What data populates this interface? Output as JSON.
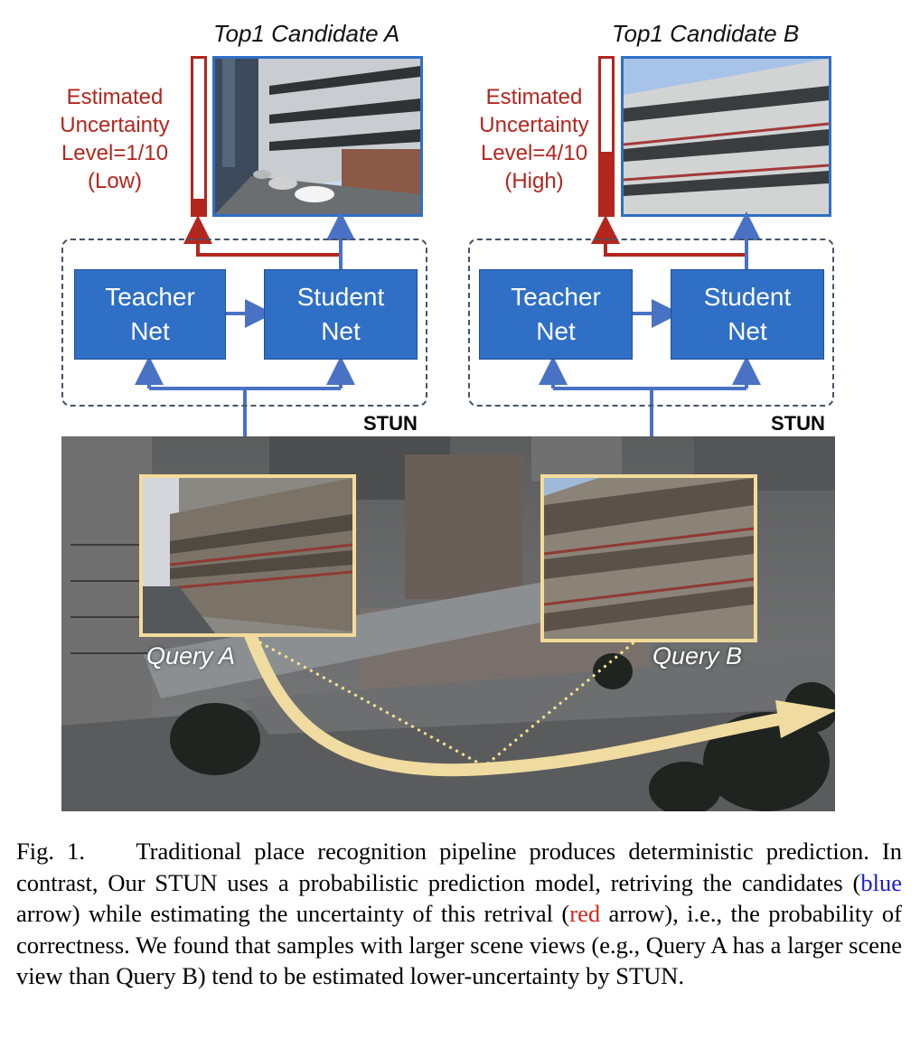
{
  "candidates": [
    {
      "title": "Top1 Candidate A",
      "uncertainty_lines": [
        "Estimated",
        "Uncertainty",
        "Level=1/10",
        "(Low)"
      ],
      "level": 1,
      "max_level": 10
    },
    {
      "title": "Top1 Candidate B",
      "uncertainty_lines": [
        "Estimated",
        "Uncertainty",
        "Level=4/10",
        "(High)"
      ],
      "level": 4,
      "max_level": 10
    }
  ],
  "nets": {
    "teacher_lines": [
      "Teacher",
      "Net"
    ],
    "student_lines": [
      "Student",
      "Net"
    ]
  },
  "stun_label": "STUN",
  "queries": {
    "a": "Query A",
    "b": "Query B"
  },
  "caption": {
    "fig_label": "Fig. 1.",
    "part1": "Traditional place recognition pipeline produces deterministic prediction. In contrast, Our STUN uses a probabilistic prediction model, retriving the candidates (",
    "blue_word": "blue",
    "part2": " arrow) while estimating the uncertainty of this retrival (",
    "red_word": "red",
    "part3": " arrow), i.e., the probability of correctness. We found that samples with larger scene views (e.g., Query A has a larger scene view than Query B) tend to be estimated lower-uncertainty by STUN."
  },
  "colors": {
    "uncertainty_red": "#b3261e",
    "net_blue": "#2f6fc5",
    "query_frame": "#f3dc9a",
    "trajectory": "#f0dba0"
  }
}
